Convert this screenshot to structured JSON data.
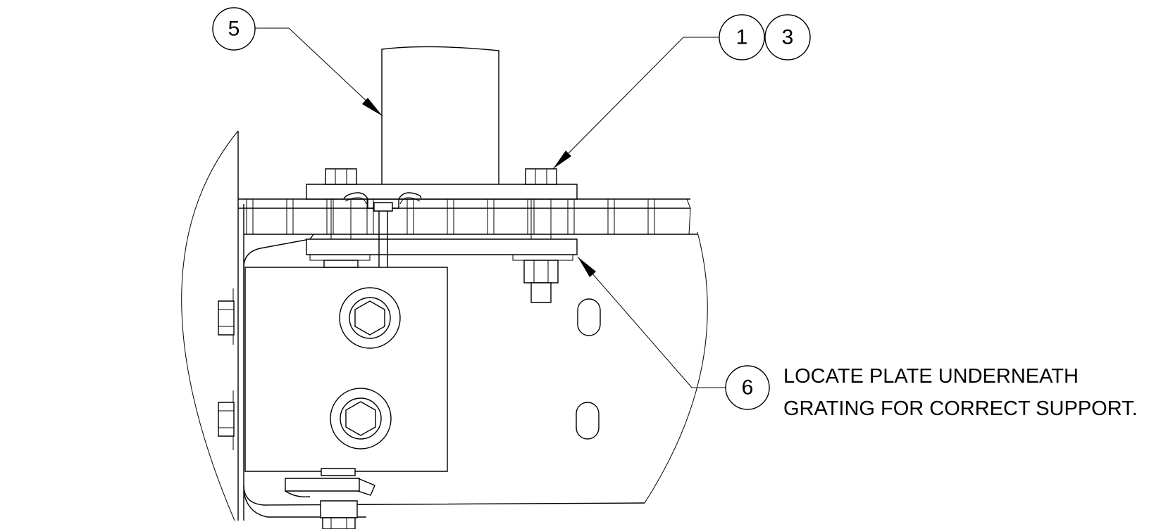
{
  "balloons": {
    "b5": "5",
    "b1": "1",
    "b3": "3",
    "b6": "6"
  },
  "note": {
    "line1": "LOCATE PLATE UNDERNEATH",
    "line2": "GRATING FOR CORRECT SUPPORT."
  }
}
